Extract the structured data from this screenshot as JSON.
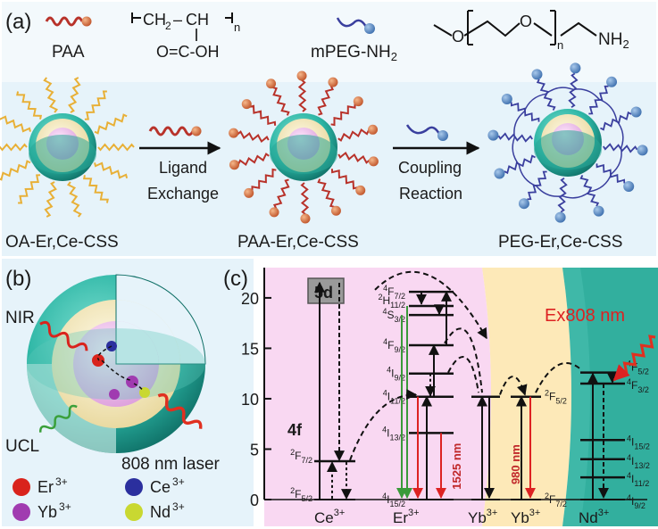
{
  "panel_a": {
    "label": "(a)",
    "legend": {
      "paa_name": "PAA",
      "paa_formula_top": "CH",
      "paa_formula_sub2": "2",
      "paa_formula_dash": "–",
      "paa_formula_ch": "CH",
      "paa_formula_n": "n",
      "paa_formula_bottom": "O=C-OH",
      "mpeg_name": "mPEG-NH",
      "mpeg_sub": "2",
      "peg_formula_o1": "O",
      "peg_formula_o2": "O",
      "peg_formula_n": "n",
      "peg_formula_nh": "NH",
      "peg_formula_nh_sub": "2"
    },
    "steps": {
      "step1_line1": "Ligand",
      "step1_line2": "Exchange",
      "step2_line1": "Coupling",
      "step2_line2": "Reaction"
    },
    "particles": {
      "p1": "OA-Er,Ce-CSS",
      "p2": "PAA-Er,Ce-CSS",
      "p3": "PEG-Er,Ce-CSS"
    }
  },
  "panel_b": {
    "label": "(b)",
    "nir": "NIR",
    "ucl": "UCL",
    "laser": "808 nm laser",
    "ions": [
      {
        "name": "Er",
        "charge": "3+",
        "color": "#d9231c"
      },
      {
        "name": "Ce",
        "charge": "3+",
        "color": "#2b2f9e"
      },
      {
        "name": "Yb",
        "charge": "3+",
        "color": "#a03bb0"
      },
      {
        "name": "Nd",
        "charge": "3+",
        "color": "#c9d831"
      }
    ]
  },
  "panel_c": {
    "label": "(c)",
    "y_ticks": [
      "0",
      "5",
      "10",
      "15",
      "20"
    ],
    "ex_label": "Ex808 nm",
    "label_5d": "5d",
    "label_4f": "4f",
    "ce_2f72": {
      "main": "2",
      "sub": "F",
      "j": "7/2"
    },
    "ce_2f52": {
      "main": "2",
      "sub": "F",
      "j": "5/2"
    },
    "er_levels": [
      {
        "sup": "4",
        "L": "F",
        "j": "7/2"
      },
      {
        "sup": "2",
        "L": "H",
        "j": "11/2"
      },
      {
        "sup": "4",
        "L": "S",
        "j": "3/2"
      },
      {
        "sup": "4",
        "L": "F",
        "j": "9/2"
      },
      {
        "sup": "4",
        "L": "I",
        "j": "9/2"
      },
      {
        "sup": "4",
        "L": "I",
        "j": "11/2"
      },
      {
        "sup": "4",
        "L": "I",
        "j": "13/2"
      },
      {
        "sup": "4",
        "L": "I",
        "j": "15/2"
      }
    ],
    "yb_levels": [
      {
        "sup": "2",
        "L": "F",
        "j": "5/2"
      },
      {
        "sup": "2",
        "L": "F",
        "j": "7/2"
      }
    ],
    "nd_levels": [
      {
        "sup": "4",
        "L": "F",
        "j": "5/2"
      },
      {
        "sup": "4",
        "L": "F",
        "j": "3/2"
      },
      {
        "sup": "4",
        "L": "I",
        "j": "15/2"
      },
      {
        "sup": "4",
        "L": "I",
        "j": "13/2"
      },
      {
        "sup": "4",
        "L": "I",
        "j": "11/2"
      },
      {
        "sup": "4",
        "L": "I",
        "j": "9/2"
      }
    ],
    "wl_1525": "1525 nm",
    "wl_980": "980 nm",
    "ions_bottom": [
      {
        "name": "Ce",
        "charge": "3+"
      },
      {
        "name": "Er",
        "charge": "3+"
      },
      {
        "name": "Yb",
        "charge": "3+"
      },
      {
        "name": "Yb",
        "charge": "3+"
      },
      {
        "name": "Nd",
        "charge": "3+"
      }
    ]
  }
}
